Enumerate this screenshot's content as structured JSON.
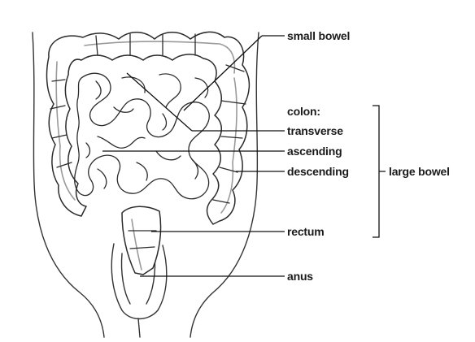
{
  "labels": {
    "small_bowel": "small bowel",
    "colon": "colon:",
    "transverse": "transverse",
    "ascending": "ascending",
    "descending": "descending",
    "rectum": "rectum",
    "anus": "anus",
    "large_bowel": "large bowel"
  },
  "colors": {
    "background": "#ffffff",
    "ink": "#1a1a1a",
    "inner_wall": "#9a9a9a"
  }
}
